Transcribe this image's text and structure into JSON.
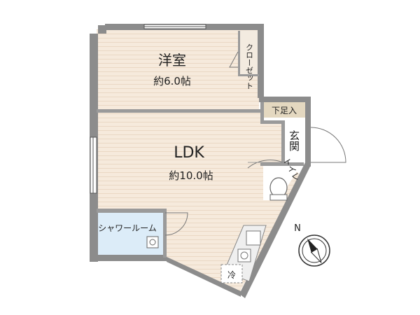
{
  "rooms": {
    "western_room": {
      "name": "洋室",
      "size": "約6.0帖"
    },
    "ldk": {
      "name": "LDK",
      "size": "約10.0帖"
    },
    "closet": {
      "name": "クローゼット"
    },
    "shoe_storage": {
      "name": "下足入"
    },
    "entrance": {
      "name": "玄関"
    },
    "toilet": {
      "name": "トイレ"
    },
    "shower_room": {
      "name": "シャワールーム"
    },
    "fridge": {
      "name": "冷"
    }
  },
  "compass": {
    "label": "N"
  },
  "colors": {
    "wall": "#8c8c8c",
    "room_fill": "#f6eadc",
    "floor_lines": "#eddccb",
    "shower_fill": "#dcecf8",
    "storage_fill": "#e4d8c0"
  }
}
